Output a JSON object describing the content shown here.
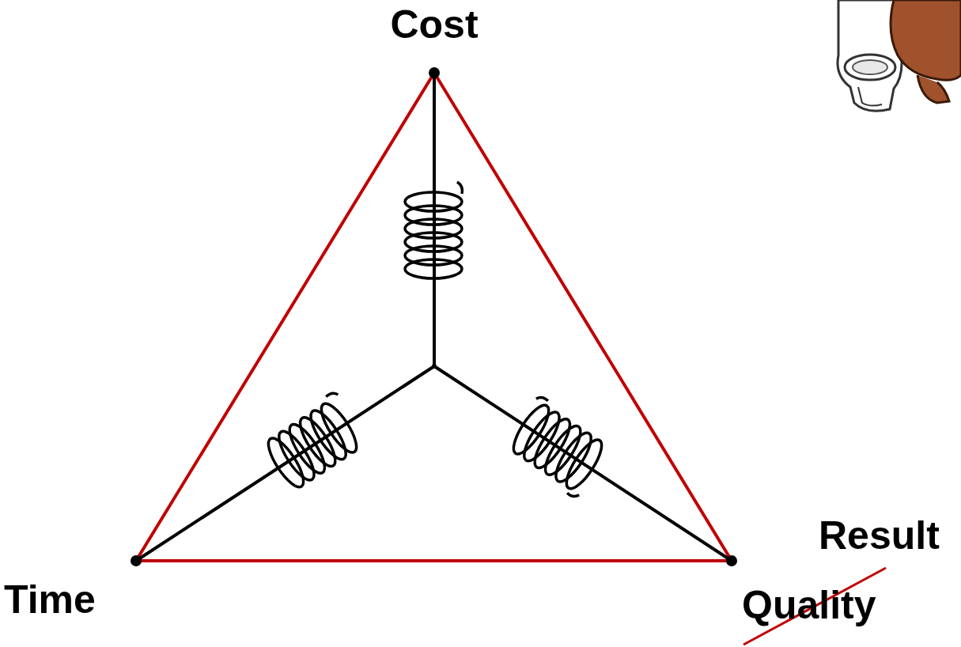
{
  "diagram": {
    "labels": [
      "Cost",
      "Result",
      "Time",
      "Quality"
    ]
  }
}
